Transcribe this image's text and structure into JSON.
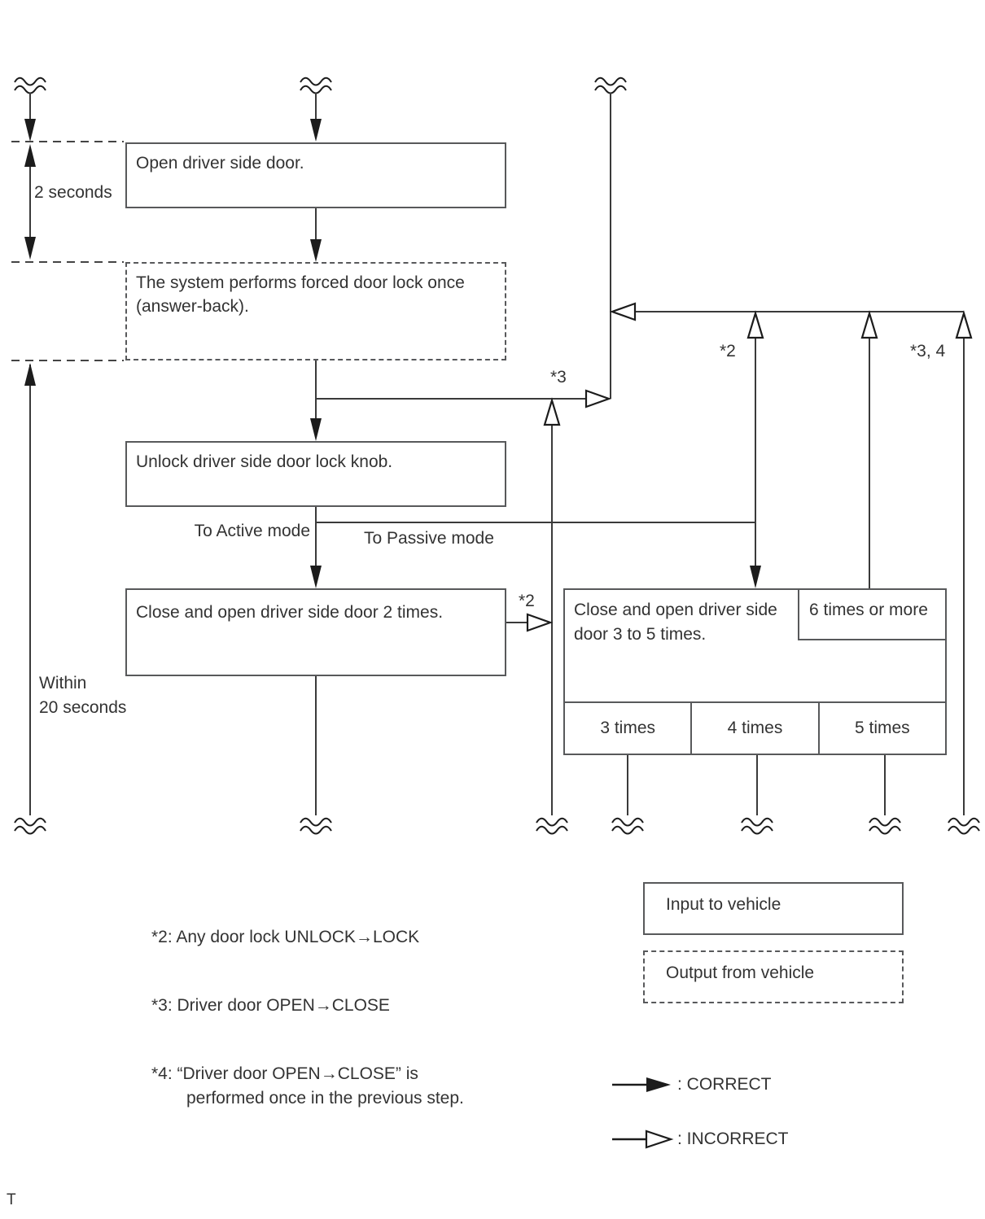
{
  "diagram": {
    "boxes": {
      "open_door": "Open driver side door.",
      "forced_lock": "The system performs forced door lock once (answer-back).",
      "unlock_knob": "Unlock driver side door lock knob.",
      "close_open_2": "Close and open driver side door 2 times.",
      "close_open_3_5": "Close and open driver side door 3 to 5 times.",
      "six_times": "6 times or more",
      "three_times": "3 times",
      "four_times": "4 times",
      "five_times": "5 times"
    },
    "labels": {
      "two_seconds": "2 seconds",
      "within_line1": "Within",
      "within_line2": "20 seconds",
      "to_active": "To Active mode",
      "to_passive": "To Passive mode",
      "star3_branch": "*3",
      "star2_branch": "*2",
      "star2_top": "*2",
      "star34_top": "*3, 4"
    },
    "legend": {
      "input": "Input to vehicle",
      "output": "Output from vehicle",
      "correct": ": CORRECT",
      "incorrect": ": INCORRECT"
    },
    "footnotes": {
      "f2": "*2: Any door lock UNLOCK→LOCK",
      "f3": "*3: Driver door OPEN→CLOSE",
      "f4_line1": "*4: “Driver door OPEN→CLOSE” is",
      "f4_line2": "performed once in the previous step."
    },
    "footer": "T",
    "colors": {
      "line": "#333333",
      "box_border": "#58595b",
      "arrow_fill": "#1c1c1c",
      "background": "#ffffff"
    }
  }
}
